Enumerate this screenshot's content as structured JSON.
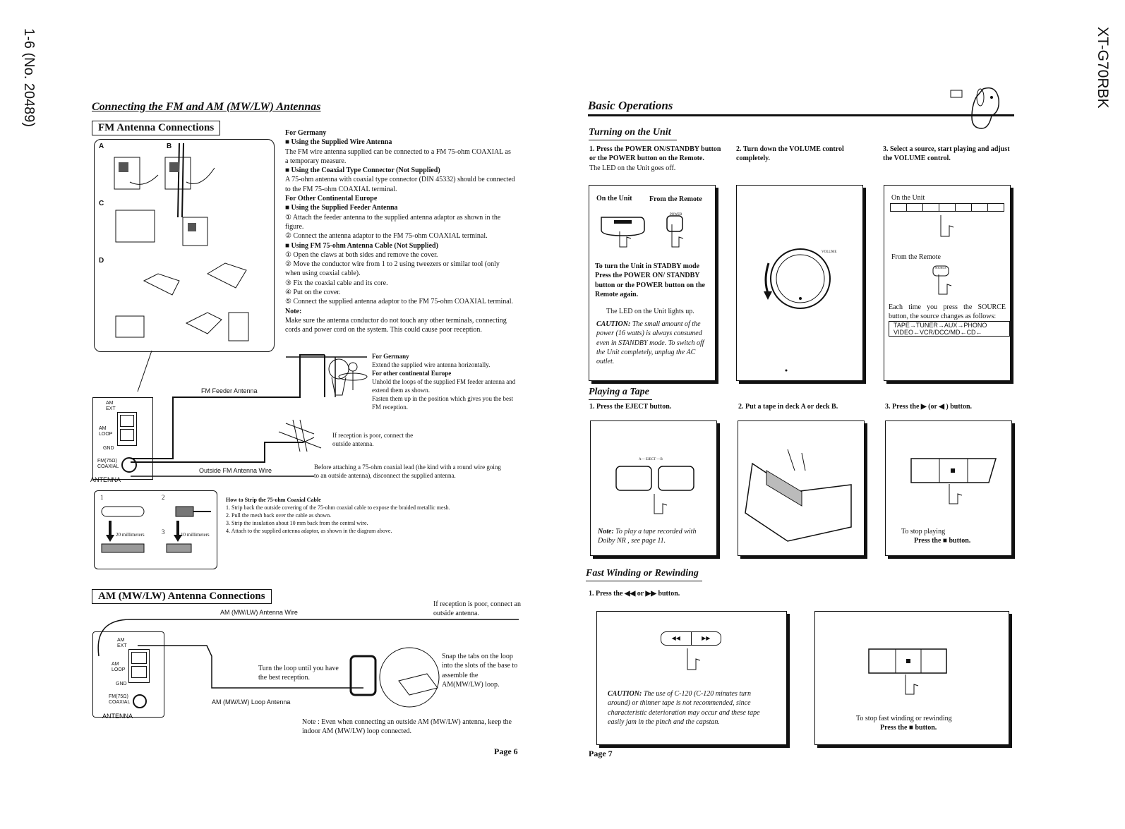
{
  "margin_left": "1-6 (No. 20489)",
  "margin_right": "XT-G70RBK",
  "left_page": {
    "title": "Connecting the FM and AM (MW/LW) Antennas",
    "fm_heading": "FM Antenna Connections",
    "fig_labels": {
      "a": "A",
      "b": "B",
      "c": "C",
      "d": "D"
    },
    "fm_text": {
      "germany": "For Germany",
      "a_head": "Using the Supplied Wire Antenna",
      "a_body": "The FM wire antenna supplied can be connected to a FM 75-ohm COAXIAL as a temporary measure.",
      "b_head": "Using the Coaxial Type Connector (Not Supplied)",
      "b_body": "A 75-ohm antenna with coaxial type connector (DIN 45332) should be connected to the FM 75-ohm COAXIAL terminal.",
      "other": "For Other Continental Europe",
      "c_head": "Using the Supplied Feeder Antenna",
      "c1": "Attach the feeder antenna to the supplied antenna adaptor as shown in the figure.",
      "c2": "Connect the antenna adaptor to the FM 75-ohm COAXIAL terminal.",
      "d_head": "Using FM 75-ohm Antenna Cable (Not Supplied)",
      "d1": "Open the claws at both sides and remove the cover.",
      "d2": "Move the conductor wire from 1 to 2 using tweezers or similar tool (only when using coaxial cable).",
      "d3": "Fix the coaxial cable and its core.",
      "d4": "Put on the cover.",
      "d5": "Connect the supplied antenna adaptor to the FM 75-ohm COAXIAL terminal.",
      "note_head": "Note:",
      "note_body": "Make sure the antenna conductor do not touch any other terminals, connecting cords and power cord on the system. This could cause poor reception."
    },
    "feeder_label": "FM Feeder Antenna",
    "germany2": {
      "head": "For Germany",
      "body": "Extend the supplied wire antenna horizontally.",
      "other_head": "For other continental Europe",
      "other_body": "Unhold the loops of the supplied FM feeder antenna and extend them as shown.\nFasten them up in the position which gives you the best FM reception."
    },
    "outside_poor": "If reception is poor, connect the outside antenna.",
    "outside_wire": "Outside FM Antenna Wire",
    "before_attach": "Before attaching a 75-ohm coaxial lead (the kind with a round wire going to an outside antenna), disconnect the supplied antenna.",
    "terminal": {
      "am_ext": "AM\nEXT",
      "am_loop": "AM\nLOOP",
      "gnd": "GND",
      "fm": "FM(75Ω)\nCOAXIAL",
      "antenna": "ANTENNA"
    },
    "strip": {
      "n1": "1",
      "n2": "2",
      "n3": "3",
      "mm20": "20 millimeters",
      "mm10": "10 millimeters",
      "head": "How to Strip the 75-ohm Coaxial Cable",
      "s1": "Strip back the outside covering of the 75-ohm coaxial cable to expose the braided metallic mesh.",
      "s2": "Pull the mesh back over the cable as shown.",
      "s3": "Strip the insulation about 10 mm back from the central wire.",
      "s4": "Attach to the supplied antenna adaptor, as shown in the diagram above."
    },
    "am_heading": "AM (MW/LW) Antenna Connections",
    "am_wire": "AM (MW/LW) Antenna Wire",
    "am_poor": "If reception is poor, connect an outside antenna.",
    "am_turn": "Turn the loop until you have the best reception.",
    "am_snap": "Snap the tabs on the loop into the slots of the base to assemble the AM(MW/LW) loop.",
    "am_loop_ant": "AM (MW/LW) Loop Antenna",
    "am_note": "Note : Even when connecting an outside AM (MW/LW) antenna, keep the indoor AM (MW/LW) loop connected.",
    "page": "Page 6"
  },
  "right_page": {
    "title": "Basic Operations",
    "turning_on": "Turning on the Unit",
    "step1": "1. Press the POWER ON/STANDBY button or the POWER button on the Remote.",
    "step1b": "The LED on the Unit goes off.",
    "step2": "2. Turn down the VOLUME control completely.",
    "step3": "3. Select a source, start playing and adjust the VOLUME control.",
    "fig1": {
      "on_unit": "On the Unit",
      "from_remote": "From the Remote",
      "power_lbl": "POWER",
      "standby": "To turn the Unit in STADBY mode Press the POWER ON/ STANDBY button or the POWER button on the Remote again.",
      "led": "The LED on the Unit lights up.",
      "caution_head": "CAUTION:",
      "caution": "The small amount of the power (16 watts) is always consumed even in STANDBY mode. To switch off the Unit completely, unplug the AC outlet."
    },
    "fig2": {
      "volume": "VOLUME"
    },
    "fig3": {
      "on_unit": "On the Unit",
      "from_remote": "From the Remote",
      "source_lbl": "SOURCE",
      "each": "Each time you press the SOURCE button, the source changes as follows:",
      "seq1": "TAPE→TUNER→AUX→PHONO",
      "seq2": "VIDEO←VCR/DCC/MD←CD←"
    },
    "playing": "Playing a Tape",
    "p1": "1. Press the EJECT button.",
    "p2": "2. Put a tape in deck A or deck B.",
    "p3": "3. Press the ▶ (or ◀ ) button.",
    "pfig1": {
      "eject": "A— EJECT —B",
      "note_head": "Note:",
      "note": "To play a tape recorded with Dolby NR , see page 11."
    },
    "pfig3": {
      "stop": "To stop playing",
      "stop2": "Press the ■ button."
    },
    "fast": "Fast Winding or Rewinding",
    "f1": "1. Press the ◀◀ or ▶▶ button.",
    "ffig1": {
      "rew": "◀◀",
      "ff": "▶▶",
      "caution_head": "CAUTION:",
      "caution": "The use of C-120 (C-120 minutes turn around) or thinner tape is not recommended, since characteristic deterioration may occur and these tape easily jam in the pinch and the capstan."
    },
    "ffig2": {
      "stop": "To stop fast winding or rewinding",
      "stop2": "Press the ■ button."
    },
    "page": "Page 7"
  }
}
